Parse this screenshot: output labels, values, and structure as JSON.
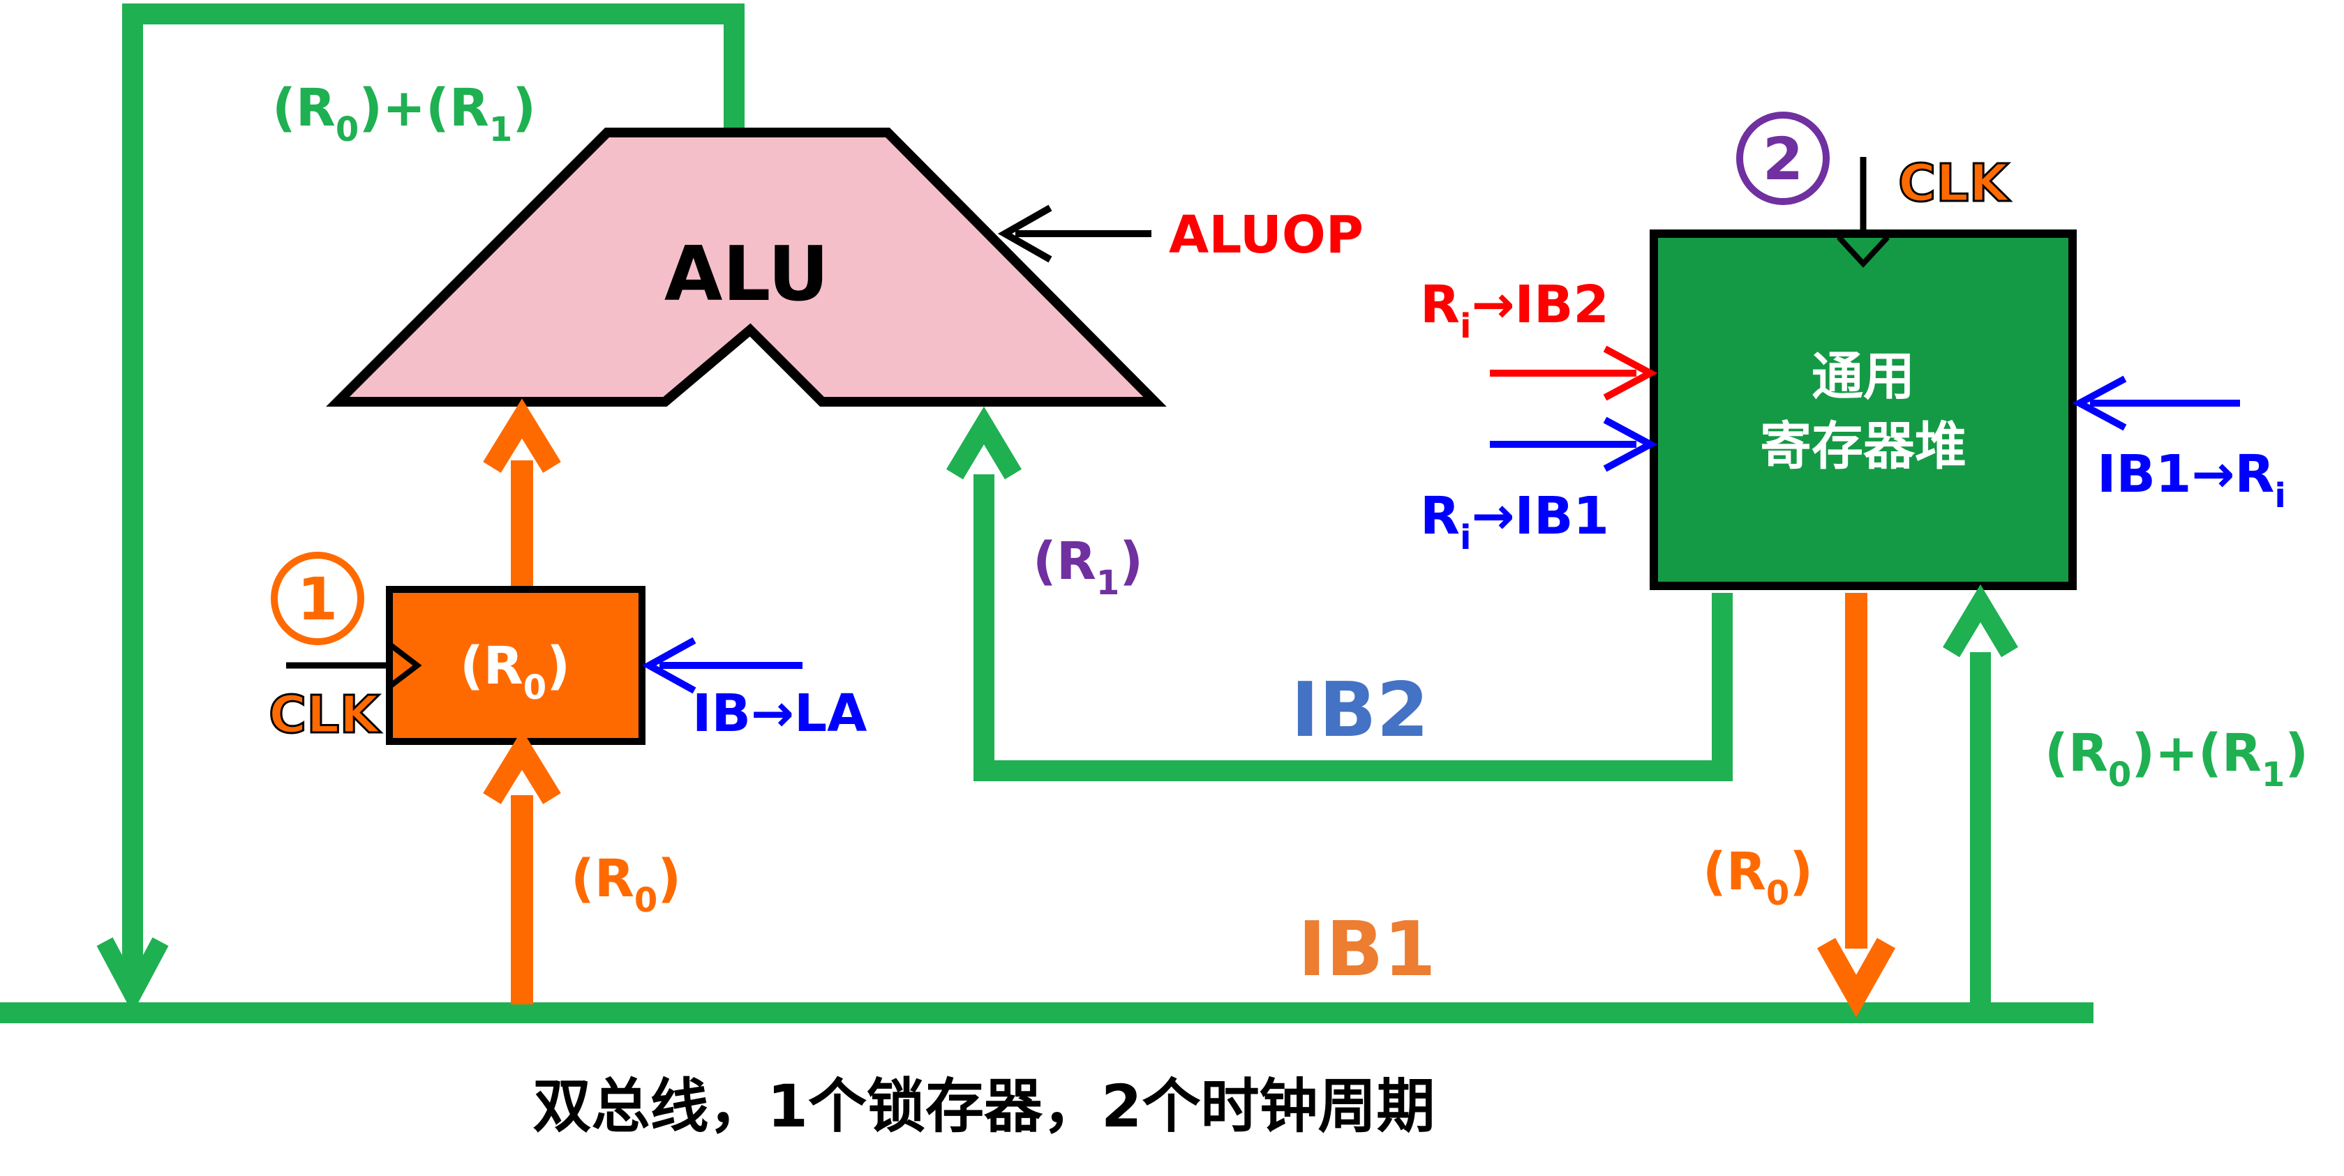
{
  "colors": {
    "green": "#1fb052",
    "orange": "#ff6a00",
    "blue": "#0000ff",
    "red": "#ff0000",
    "purple": "#7030a0",
    "steel_blue": "#4472c4",
    "alu_fill": "#f5bfca",
    "regfile_fill": "#149a45",
    "black": "#000000"
  },
  "alu": {
    "label": "ALU",
    "control": "ALUOP"
  },
  "latch": {
    "label_main": "(R",
    "label_sub": "0",
    "label_close": ")",
    "clk": "CLK",
    "marker": "1",
    "control": "IB→LA"
  },
  "register_file": {
    "line1": "通用",
    "line2": "寄存器堆",
    "marker": "2",
    "clk": "CLK",
    "ctrl_ib2": {
      "main": "R",
      "sub": "i",
      "rest": "→IB2"
    },
    "ctrl_ib1": {
      "main": "R",
      "sub": "i",
      "rest": "→IB1"
    },
    "ctrl_in": {
      "main": "IB1→R",
      "sub": "i"
    }
  },
  "buses": {
    "ib1": "IB1",
    "ib2": "IB2"
  },
  "signals": {
    "sum_top": {
      "a": "(R",
      "a_sub": "0",
      "mid": ")+(R",
      "b_sub": "1",
      "end": ")"
    },
    "sum_right": {
      "a": "(R",
      "a_sub": "0",
      "mid": ")+(R",
      "b_sub": "1",
      "end": ")"
    },
    "r1": {
      "a": "(R",
      "a_sub": "1",
      "end": ")"
    },
    "r0_left": {
      "a": "(R",
      "a_sub": "0",
      "end": ")"
    },
    "r0_right": {
      "a": "(R",
      "a_sub": "0",
      "end": ")"
    }
  },
  "caption": "双总线，1个锁存器，2个时钟周期"
}
